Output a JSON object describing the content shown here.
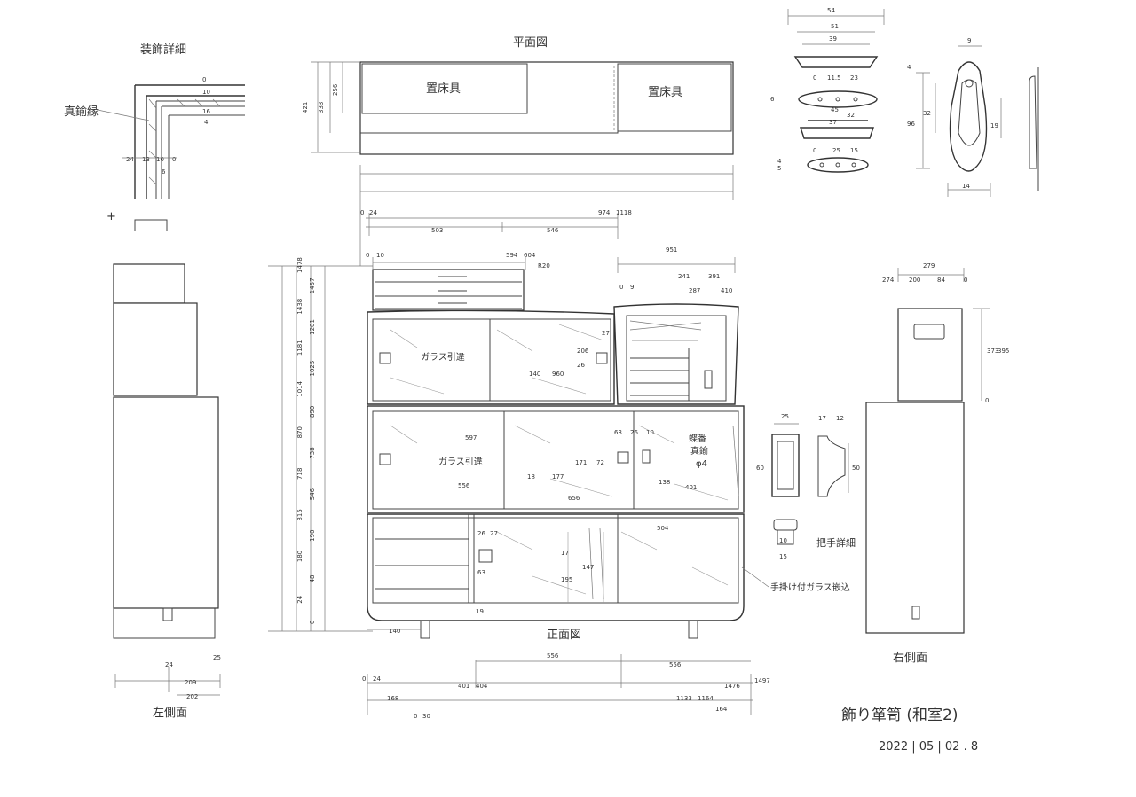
{
  "labels": {
    "decoration_detail": "装飾詳細",
    "brass_edge": "真鍮縁",
    "plan_view": "平面図",
    "tray_1": "置床具",
    "tray_2": "置床具",
    "glass_door_a": "ガラス引違",
    "glass_door_b": "ガラス引違",
    "front_view": "正面図",
    "left_side_view": "左側面",
    "right_side_view": "右側面",
    "handle_detail": "把手詳細",
    "hand_glass_note": "手掛け付ガラス嵌込",
    "brass_fitting": "蝶番\n真鍮\nφ4",
    "title": "飾り箪笥 (和室2)",
    "date": "2022 | 05 | 02 .  8"
  },
  "dims": {
    "plan_depths": [
      "421",
      "333",
      "256"
    ],
    "plan_widths": [
      "0",
      "24",
      "503",
      "546",
      "974",
      "1118"
    ],
    "front_top_widths": [
      "0",
      "10",
      "594",
      "604",
      "R20"
    ],
    "right_cab_widths": [
      "951",
      "0",
      "9",
      "241",
      "287",
      "391",
      "410"
    ],
    "front_bottom_widths": [
      "0",
      "24",
      "401",
      "404",
      "556",
      "556",
      "1476",
      "1497",
      "168",
      "0",
      "30",
      "1133",
      "1164",
      "164"
    ],
    "front_inner": [
      "597",
      "556",
      "656",
      "960",
      "504",
      "401",
      "138",
      "206",
      "27",
      "63",
      "26",
      "10",
      "177",
      "171",
      "18",
      "72",
      "26",
      "27",
      "63",
      "17",
      "195",
      "147",
      "19",
      "140"
    ],
    "front_heights": [
      "1478",
      "1457",
      "1438",
      "1201",
      "1181",
      "1025",
      "1014",
      "890",
      "870",
      "738",
      "718",
      "546",
      "315",
      "190",
      "180",
      "48",
      "24",
      "0"
    ],
    "left_side": [
      "24",
      "209",
      "202",
      "25"
    ],
    "right_side": [
      "279",
      "274",
      "200",
      "84",
      "0",
      "373",
      "395",
      "0"
    ],
    "deco": [
      "0",
      "10",
      "16",
      "24",
      "13",
      "10",
      "6",
      "0",
      "4"
    ],
    "hardware_top": [
      "54",
      "51",
      "39",
      "0",
      "11.5",
      "23",
      "6",
      "45",
      "32",
      "37",
      "25",
      "0",
      "15",
      "4",
      "5"
    ],
    "hardware_handle": [
      "9",
      "4",
      "96",
      "32",
      "19",
      "14"
    ],
    "handle_detail_dims": [
      "25",
      "12",
      "17",
      "60",
      "50",
      "10",
      "15"
    ],
    "left_mark": "+"
  }
}
